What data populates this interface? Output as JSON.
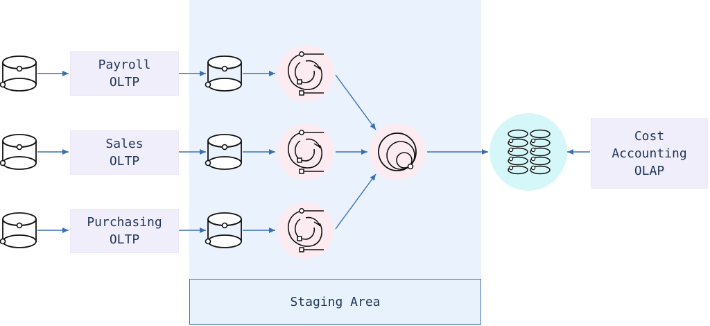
{
  "sources": [
    {
      "line1": "Payroll",
      "line2": "OLTP"
    },
    {
      "line1": "Sales",
      "line2": "OLTP"
    },
    {
      "line1": "Purchasing",
      "line2": "OLTP"
    }
  ],
  "target": {
    "line1": "Cost",
    "line2": "Accounting",
    "line3": "OLAP"
  },
  "staging": {
    "label": "Staging Area"
  },
  "colors": {
    "arrow": "#3b6fb0",
    "staging_fill": "#eaf3fd",
    "staging_border": "#3b6fb0",
    "box_fill": "#f1eefc",
    "transform_circle": "#fcecf2",
    "warehouse_circle": "#d6f7f9",
    "text": "#1d3557"
  },
  "icons": {
    "source_db": "database-icon",
    "staging_db": "database-icon",
    "transform": "transform-icon",
    "merge": "merge-icon",
    "warehouse": "data-cube-icon"
  }
}
